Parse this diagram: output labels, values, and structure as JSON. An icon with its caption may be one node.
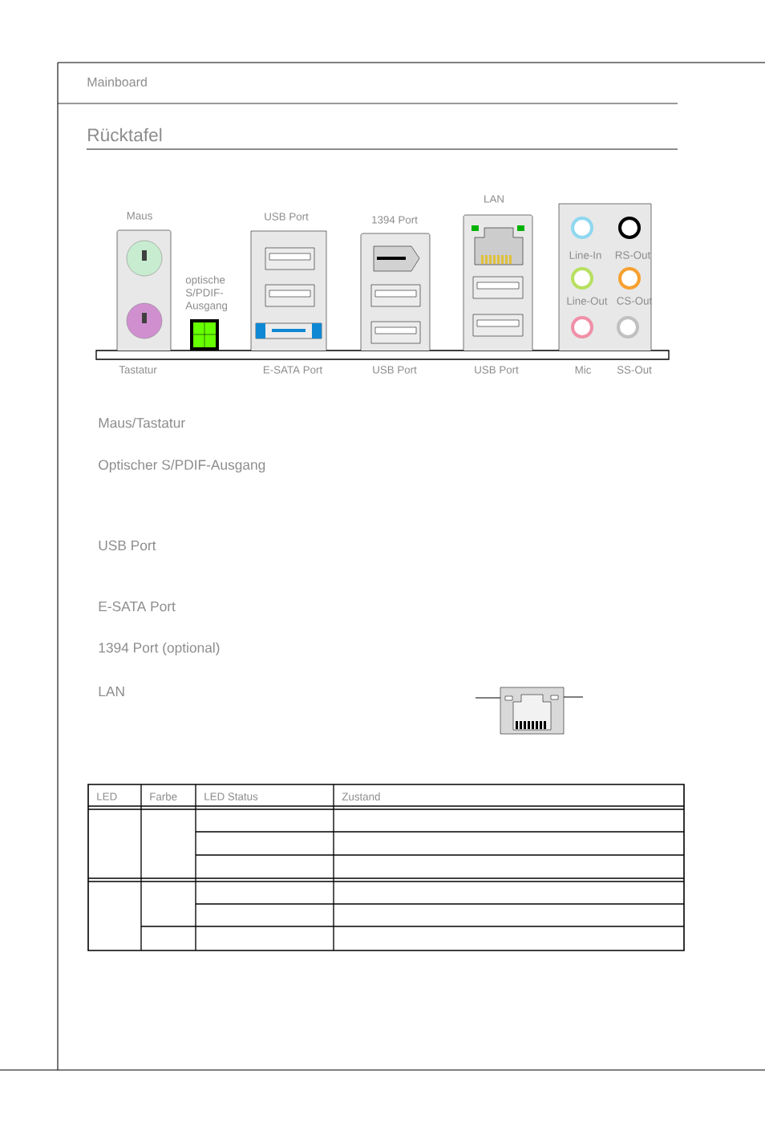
{
  "diagram": {
    "title": "Rücktafel",
    "labels": [
      "Mainboard",
      "Maus",
      "USB Port",
      "1394 Port",
      "LAN",
      "optische S/PDIF-Ausgang",
      "Line-In",
      "RS-Out",
      "Line-Out",
      "CS-Out",
      "Tastatur",
      "E-SATA Port",
      "USB Port",
      "USB Port",
      "Mic",
      "SS-Out",
      "Maus/Tastatur",
      "Optischer S/PDIF-Ausgang",
      "USB Port",
      "E-SATA Port",
      "1394 Port (optional)",
      "LAN",
      "LED",
      "Farbe",
      "LED Status",
      "Zustand"
    ]
  }
}
